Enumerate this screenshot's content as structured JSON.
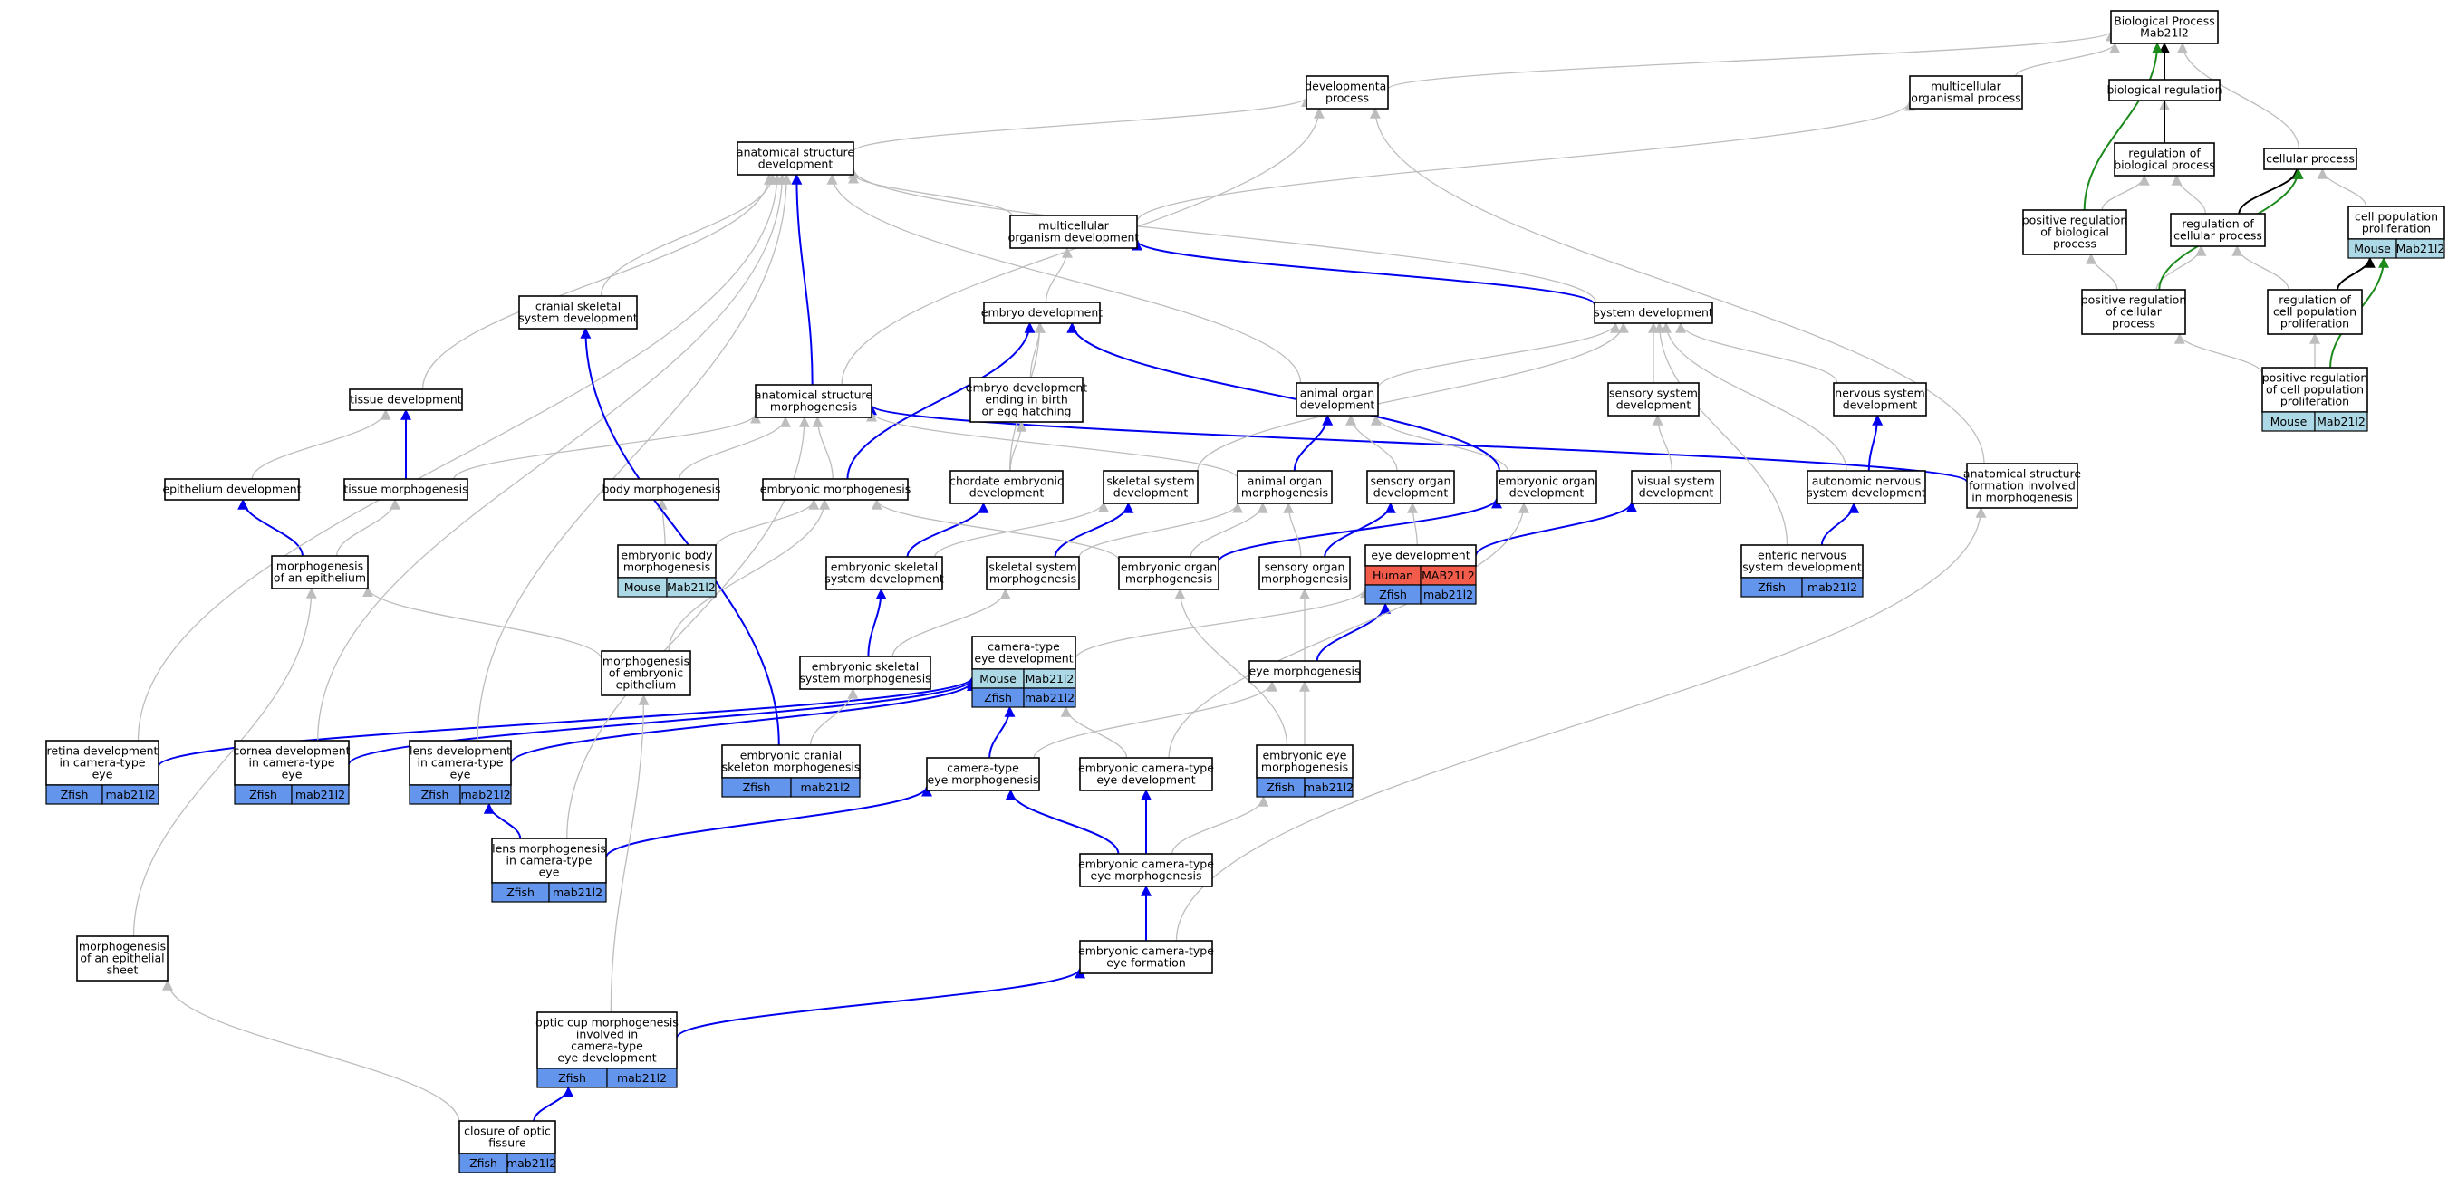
{
  "graph": {
    "title": "Biological Process Mab21l2",
    "colors": {
      "is_a": "#bdbdbd",
      "part_of": "#0000ee",
      "regulates": "#000000",
      "positively_regulates": "#1b8a1b",
      "Mouse": "#add8e6",
      "Zfish": "#6495ed",
      "Human": "#f35c4a"
    },
    "nodes": [
      {
        "id": "bp",
        "lines": [
          "Biological Process",
          "Mab21l2"
        ]
      },
      {
        "id": "devproc",
        "lines": [
          "developmental",
          "process"
        ]
      },
      {
        "id": "multproc",
        "lines": [
          "multicellular",
          "organismal process"
        ]
      },
      {
        "id": "bioreg",
        "lines": [
          "biological regulation"
        ]
      },
      {
        "id": "regbio",
        "lines": [
          "regulation of",
          "biological process"
        ]
      },
      {
        "id": "cellproc",
        "lines": [
          "cellular process"
        ]
      },
      {
        "id": "posregbio",
        "lines": [
          "positive regulation",
          "of biological",
          "process"
        ]
      },
      {
        "id": "regcell",
        "lines": [
          "regulation of",
          "cellular process"
        ]
      },
      {
        "id": "cellprolif",
        "lines": [
          "cell population",
          "proliferation"
        ],
        "ann": [
          {
            "sp": "Mouse",
            "gene": "Mab21l2"
          }
        ]
      },
      {
        "id": "posregcell",
        "lines": [
          "positive regulation",
          "of cellular",
          "process"
        ]
      },
      {
        "id": "regcellprolif",
        "lines": [
          "regulation of",
          "cell population",
          "proliferation"
        ]
      },
      {
        "id": "posregcellprolif",
        "lines": [
          "positive regulation",
          "of cell population",
          "proliferation"
        ],
        "ann": [
          {
            "sp": "Mouse",
            "gene": "Mab21l2"
          }
        ]
      },
      {
        "id": "asdev",
        "lines": [
          "anatomical structure",
          "development"
        ]
      },
      {
        "id": "multorgdev",
        "lines": [
          "multicellular",
          "organism development"
        ]
      },
      {
        "id": "sysdev",
        "lines": [
          "system development"
        ]
      },
      {
        "id": "cranskel",
        "lines": [
          "cranial skeletal",
          "system development"
        ]
      },
      {
        "id": "embdev",
        "lines": [
          "embryo development"
        ]
      },
      {
        "id": "embbirth",
        "lines": [
          "embryo development",
          "ending in birth",
          "or egg hatching"
        ]
      },
      {
        "id": "tissuedev",
        "lines": [
          "tissue development"
        ]
      },
      {
        "id": "asmorph",
        "lines": [
          "anatomical structure",
          "morphogenesis"
        ]
      },
      {
        "id": "animorgdev",
        "lines": [
          "animal organ",
          "development"
        ]
      },
      {
        "id": "senssysdev",
        "lines": [
          "sensory system",
          "development"
        ]
      },
      {
        "id": "nervsysdev",
        "lines": [
          "nervous system",
          "development"
        ]
      },
      {
        "id": "asformation",
        "lines": [
          "anatomical structure",
          "formation involved",
          "in morphogenesis"
        ]
      },
      {
        "id": "epidev",
        "lines": [
          "epithelium development"
        ]
      },
      {
        "id": "tissuemorph",
        "lines": [
          "tissue morphogenesis"
        ]
      },
      {
        "id": "bodymorph",
        "lines": [
          "body morphogenesis"
        ]
      },
      {
        "id": "embmorph",
        "lines": [
          "embryonic morphogenesis"
        ]
      },
      {
        "id": "chordemb",
        "lines": [
          "chordate embryonic",
          "development"
        ]
      },
      {
        "id": "skelsysdev",
        "lines": [
          "skeletal system",
          "development"
        ]
      },
      {
        "id": "animorgmorph",
        "lines": [
          "animal organ",
          "morphogenesis"
        ]
      },
      {
        "id": "sensorgdev",
        "lines": [
          "sensory organ",
          "development"
        ]
      },
      {
        "id": "emborgdev",
        "lines": [
          "embryonic organ",
          "development"
        ]
      },
      {
        "id": "vissysdev",
        "lines": [
          "visual system",
          "development"
        ]
      },
      {
        "id": "autonerv",
        "lines": [
          "autonomic nervous",
          "system development"
        ]
      },
      {
        "id": "morphepi",
        "lines": [
          "morphogenesis",
          "of an epithelium"
        ]
      },
      {
        "id": "embbodymorph",
        "lines": [
          "embryonic body",
          "morphogenesis"
        ],
        "ann": [
          {
            "sp": "Mouse",
            "gene": "Mab21l2"
          }
        ]
      },
      {
        "id": "embskeldev",
        "lines": [
          "embryonic skeletal",
          "system development"
        ]
      },
      {
        "id": "skelsysmorph",
        "lines": [
          "skeletal system",
          "morphogenesis"
        ]
      },
      {
        "id": "emborgmorph",
        "lines": [
          "embryonic organ",
          "morphogenesis"
        ]
      },
      {
        "id": "sensorgmorph",
        "lines": [
          "sensory organ",
          "morphogenesis"
        ]
      },
      {
        "id": "eyedev",
        "lines": [
          "eye development"
        ],
        "ann": [
          {
            "sp": "Human",
            "gene": "MAB21L2"
          },
          {
            "sp": "Zfish",
            "gene": "mab21l2"
          }
        ]
      },
      {
        "id": "entnerv",
        "lines": [
          "enteric nervous",
          "system development"
        ],
        "ann": [
          {
            "sp": "Zfish",
            "gene": "mab21l2"
          }
        ]
      },
      {
        "id": "morphembepi",
        "lines": [
          "morphogenesis",
          "of embryonic",
          "epithelium"
        ]
      },
      {
        "id": "embskelmorph",
        "lines": [
          "embryonic skeletal",
          "system morphogenesis"
        ]
      },
      {
        "id": "camdev",
        "lines": [
          "camera-type",
          "eye development"
        ],
        "ann": [
          {
            "sp": "Mouse",
            "gene": "Mab21l2"
          },
          {
            "sp": "Zfish",
            "gene": "mab21l2"
          }
        ]
      },
      {
        "id": "eyemorph",
        "lines": [
          "eye morphogenesis"
        ]
      },
      {
        "id": "retina",
        "lines": [
          "retina development",
          "in camera-type",
          "eye"
        ],
        "ann": [
          {
            "sp": "Zfish",
            "gene": "mab21l2"
          }
        ]
      },
      {
        "id": "cornea",
        "lines": [
          "cornea development",
          "in camera-type",
          "eye"
        ],
        "ann": [
          {
            "sp": "Zfish",
            "gene": "mab21l2"
          }
        ]
      },
      {
        "id": "lensdev",
        "lines": [
          "lens development",
          "in camera-type",
          "eye"
        ],
        "ann": [
          {
            "sp": "Zfish",
            "gene": "mab21l2"
          }
        ]
      },
      {
        "id": "embcran",
        "lines": [
          "embryonic cranial",
          "skeleton morphogenesis"
        ],
        "ann": [
          {
            "sp": "Zfish",
            "gene": "mab21l2"
          }
        ]
      },
      {
        "id": "cammorph",
        "lines": [
          "camera-type",
          "eye morphogenesis"
        ]
      },
      {
        "id": "embcamdev",
        "lines": [
          "embryonic camera-type",
          "eye development"
        ]
      },
      {
        "id": "embeyemorph",
        "lines": [
          "embryonic eye",
          "morphogenesis"
        ],
        "ann": [
          {
            "sp": "Zfish",
            "gene": "mab21l2"
          }
        ]
      },
      {
        "id": "lensmorph",
        "lines": [
          "lens morphogenesis",
          "in camera-type",
          "eye"
        ],
        "ann": [
          {
            "sp": "Zfish",
            "gene": "mab21l2"
          }
        ]
      },
      {
        "id": "embcammorph",
        "lines": [
          "embryonic camera-type",
          "eye morphogenesis"
        ]
      },
      {
        "id": "morphepisheet",
        "lines": [
          "morphogenesis",
          "of an epithelial",
          "sheet"
        ]
      },
      {
        "id": "embcamform",
        "lines": [
          "embryonic camera-type",
          "eye formation"
        ]
      },
      {
        "id": "opticcup",
        "lines": [
          "optic cup morphogenesis",
          "involved in",
          "camera-type",
          "eye development"
        ],
        "ann": [
          {
            "sp": "Zfish",
            "gene": "mab21l2"
          }
        ]
      },
      {
        "id": "opticfiss",
        "lines": [
          "closure of optic",
          "fissure"
        ],
        "ann": [
          {
            "sp": "Zfish",
            "gene": "mab21l2"
          }
        ]
      }
    ],
    "edges": [
      [
        "devproc",
        "bp",
        "is_a"
      ],
      [
        "multproc",
        "bp",
        "is_a"
      ],
      [
        "bioreg",
        "bp",
        "is_a"
      ],
      [
        "cellproc",
        "bp",
        "is_a"
      ],
      [
        "regbio",
        "bioreg",
        "is_a"
      ],
      [
        "regbio",
        "bp",
        "regulates"
      ],
      [
        "posregbio",
        "regbio",
        "is_a"
      ],
      [
        "posregbio",
        "bp",
        "positively_regulates"
      ],
      [
        "regcell",
        "regbio",
        "is_a"
      ],
      [
        "regcell",
        "cellproc",
        "regulates"
      ],
      [
        "cellprolif",
        "cellproc",
        "is_a"
      ],
      [
        "posregcell",
        "posregbio",
        "is_a"
      ],
      [
        "posregcell",
        "regcell",
        "is_a"
      ],
      [
        "posregcell",
        "cellproc",
        "positively_regulates"
      ],
      [
        "regcellprolif",
        "regcell",
        "is_a"
      ],
      [
        "regcellprolif",
        "cellprolif",
        "regulates"
      ],
      [
        "posregcellprolif",
        "posregcell",
        "is_a"
      ],
      [
        "posregcellprolif",
        "regcellprolif",
        "is_a"
      ],
      [
        "posregcellprolif",
        "cellprolif",
        "positively_regulates"
      ],
      [
        "asdev",
        "devproc",
        "is_a"
      ],
      [
        "multorgdev",
        "multproc",
        "is_a"
      ],
      [
        "multorgdev",
        "asdev",
        "is_a"
      ],
      [
        "sysdev",
        "multorgdev",
        "part_of"
      ],
      [
        "sysdev",
        "asdev",
        "is_a"
      ],
      [
        "cranskel",
        "asdev",
        "is_a"
      ],
      [
        "embdev",
        "multorgdev",
        "is_a"
      ],
      [
        "embbirth",
        "embdev",
        "is_a"
      ],
      [
        "tissuedev",
        "asdev",
        "is_a"
      ],
      [
        "asmorph",
        "devproc",
        "is_a"
      ],
      [
        "asmorph",
        "asdev",
        "part_of"
      ],
      [
        "animorgdev",
        "asdev",
        "is_a"
      ],
      [
        "animorgdev",
        "sysdev",
        "is_a"
      ],
      [
        "senssysdev",
        "sysdev",
        "is_a"
      ],
      [
        "nervsysdev",
        "sysdev",
        "is_a"
      ],
      [
        "asformation",
        "devproc",
        "is_a"
      ],
      [
        "asformation",
        "asmorph",
        "part_of"
      ],
      [
        "epidev",
        "tissuedev",
        "is_a"
      ],
      [
        "tissuemorph",
        "tissuedev",
        "part_of"
      ],
      [
        "tissuemorph",
        "asmorph",
        "is_a"
      ],
      [
        "bodymorph",
        "asmorph",
        "is_a"
      ],
      [
        "embmorph",
        "asmorph",
        "is_a"
      ],
      [
        "embmorph",
        "embdev",
        "part_of"
      ],
      [
        "chordemb",
        "embbirth",
        "is_a"
      ],
      [
        "chordemb",
        "embdev",
        "is_a"
      ],
      [
        "skelsysdev",
        "sysdev",
        "is_a"
      ],
      [
        "animorgmorph",
        "animorgdev",
        "part_of"
      ],
      [
        "animorgmorph",
        "asmorph",
        "is_a"
      ],
      [
        "sensorgdev",
        "animorgdev",
        "is_a"
      ],
      [
        "emborgdev",
        "animorgdev",
        "is_a"
      ],
      [
        "emborgdev",
        "embdev",
        "part_of"
      ],
      [
        "vissysdev",
        "senssysdev",
        "is_a"
      ],
      [
        "autonerv",
        "nervsysdev",
        "part_of"
      ],
      [
        "autonerv",
        "sysdev",
        "is_a"
      ],
      [
        "morphepi",
        "epidev",
        "part_of"
      ],
      [
        "morphepi",
        "tissuemorph",
        "is_a"
      ],
      [
        "embbodymorph",
        "bodymorph",
        "is_a"
      ],
      [
        "embbodymorph",
        "embmorph",
        "is_a"
      ],
      [
        "embskeldev",
        "skelsysdev",
        "is_a"
      ],
      [
        "embskeldev",
        "chordemb",
        "part_of"
      ],
      [
        "skelsysmorph",
        "skelsysdev",
        "part_of"
      ],
      [
        "skelsysmorph",
        "animorgmorph",
        "is_a"
      ],
      [
        "emborgmorph",
        "animorgmorph",
        "is_a"
      ],
      [
        "emborgmorph",
        "emborgdev",
        "part_of"
      ],
      [
        "emborgmorph",
        "embmorph",
        "is_a"
      ],
      [
        "sensorgmorph",
        "sensorgdev",
        "part_of"
      ],
      [
        "sensorgmorph",
        "animorgmorph",
        "is_a"
      ],
      [
        "eyedev",
        "sensorgdev",
        "is_a"
      ],
      [
        "eyedev",
        "vissysdev",
        "part_of"
      ],
      [
        "entnerv",
        "autonerv",
        "part_of"
      ],
      [
        "entnerv",
        "sysdev",
        "is_a"
      ],
      [
        "morphembepi",
        "morphepi",
        "is_a"
      ],
      [
        "morphembepi",
        "embmorph",
        "is_a"
      ],
      [
        "embskelmorph",
        "embskeldev",
        "part_of"
      ],
      [
        "embskelmorph",
        "skelsysmorph",
        "is_a"
      ],
      [
        "camdev",
        "eyedev",
        "is_a"
      ],
      [
        "eyemorph",
        "eyedev",
        "part_of"
      ],
      [
        "eyemorph",
        "sensorgmorph",
        "is_a"
      ],
      [
        "retina",
        "camdev",
        "part_of"
      ],
      [
        "retina",
        "asdev",
        "is_a"
      ],
      [
        "cornea",
        "camdev",
        "part_of"
      ],
      [
        "cornea",
        "asdev",
        "is_a"
      ],
      [
        "lensdev",
        "camdev",
        "part_of"
      ],
      [
        "lensdev",
        "asdev",
        "is_a"
      ],
      [
        "embcran",
        "cranskel",
        "part_of"
      ],
      [
        "embcran",
        "embskelmorph",
        "is_a"
      ],
      [
        "cammorph",
        "camdev",
        "part_of"
      ],
      [
        "cammorph",
        "eyemorph",
        "is_a"
      ],
      [
        "embcamdev",
        "camdev",
        "is_a"
      ],
      [
        "embcamdev",
        "emborgdev",
        "is_a"
      ],
      [
        "embeyemorph",
        "eyemorph",
        "is_a"
      ],
      [
        "embeyemorph",
        "emborgmorph",
        "is_a"
      ],
      [
        "lensmorph",
        "lensdev",
        "part_of"
      ],
      [
        "lensmorph",
        "cammorph",
        "part_of"
      ],
      [
        "lensmorph",
        "asmorph",
        "is_a"
      ],
      [
        "embcammorph",
        "cammorph",
        "part_of"
      ],
      [
        "embcammorph",
        "embcamdev",
        "part_of"
      ],
      [
        "embcammorph",
        "embeyemorph",
        "is_a"
      ],
      [
        "morphepisheet",
        "morphepi",
        "is_a"
      ],
      [
        "embcamform",
        "embcammorph",
        "part_of"
      ],
      [
        "embcamform",
        "asformation",
        "is_a"
      ],
      [
        "opticcup",
        "embcamform",
        "part_of"
      ],
      [
        "opticcup",
        "morphembepi",
        "is_a"
      ],
      [
        "opticfiss",
        "opticcup",
        "part_of"
      ],
      [
        "opticfiss",
        "morphepisheet",
        "is_a"
      ]
    ]
  }
}
